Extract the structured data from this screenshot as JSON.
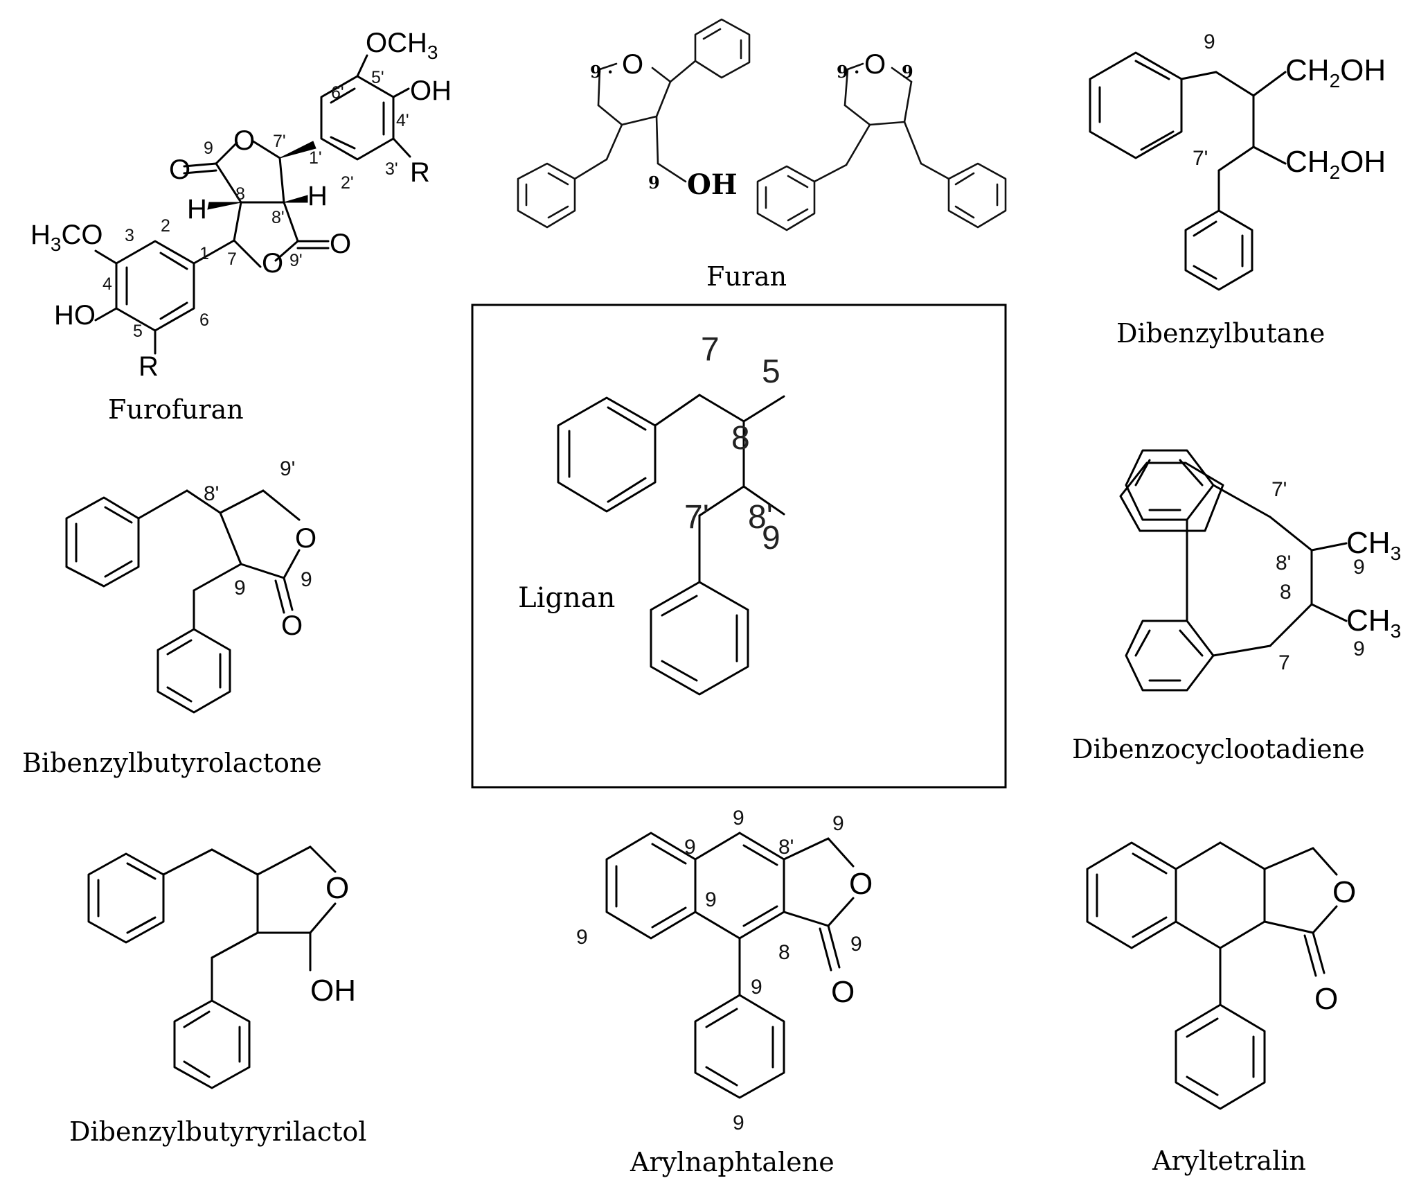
{
  "captions": {
    "furofuran": "Furofuran",
    "furan": "Furan",
    "dibenzylbutane": "Dibenzylbutane",
    "lignan": "Lignan",
    "bibenzylbutyrolactone": "Bibenzylbutyrolactone",
    "dibenzocyclootadiene": "Dibenzocyclootadiene",
    "dibenzylbutyryrilactol": "Dibenzylbutyryrilactol",
    "arylnaphtalene": "Arylnaphtalene",
    "aryltetralin": "Aryltetralin"
  },
  "atoms": {
    "O": "O",
    "OH": "OH",
    "HO": "HO",
    "H": "H",
    "R": "R",
    "CH": "CH",
    "sub2": "2",
    "sub3": "3",
    "OCH": "OCH",
    "H3CO_H": "H",
    "H3CO_rest": "CO",
    "CH2OH_CH": "CH",
    "CH2OH_OH": "OH"
  },
  "numbers": {
    "n1": "1",
    "n2": "2",
    "n3": "3",
    "n4": "4",
    "n5": "5",
    "n6": "6",
    "n7": "7",
    "n8": "8",
    "n9": "9",
    "n1p": "1'",
    "n2p": "2'",
    "n3p": "3'",
    "n4p": "4'",
    "n5p": "5'",
    "n6p": "6'",
    "n7p": "7'",
    "n8p": "8'",
    "n9p": "9'",
    "n9dot": "9 ·",
    "n7pfancy": "7'"
  }
}
